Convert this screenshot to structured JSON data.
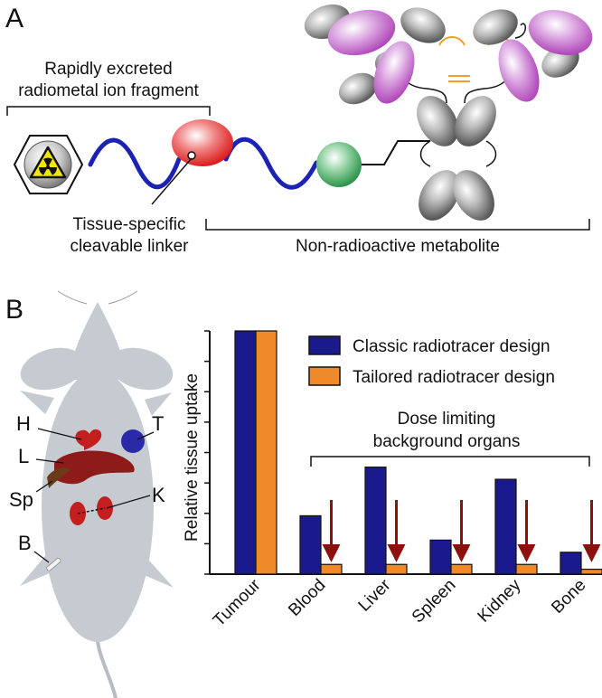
{
  "panel_a": {
    "label": "A",
    "fragment_label_line1": "Rapidly excreted",
    "fragment_label_line2": "radiometal ion fragment",
    "linker_label_line1": "Tissue-specific",
    "linker_label_line2": "cleavable linker",
    "metabolite_label": "Non-radioactive metabolite",
    "colors": {
      "linker_chain": "#1c22b4",
      "cleavable_site": "#e8201c",
      "green_sphere": "#2e9e4f",
      "antibody_domain": "#6a6a6a",
      "antigen_binding": "#b94ec4",
      "disulfide": "#f0a02a"
    }
  },
  "panel_b": {
    "label": "B",
    "organ_labels": {
      "heart": "H",
      "liver": "L",
      "spleen": "Sp",
      "kidney": "K",
      "bone": "B",
      "tumour": "T"
    },
    "annotation_line1": "Dose limiting",
    "annotation_line2": "background organs"
  },
  "chart_data": {
    "type": "bar",
    "ylabel": "Relative tissue uptake",
    "categories": [
      "Tumour",
      "Blood",
      "Liver",
      "Spleen",
      "Kidney",
      "Bone"
    ],
    "series": [
      {
        "name": "Classic radiotracer design",
        "color": "#1b1a8c",
        "values": [
          100,
          24,
          44,
          14,
          39,
          9
        ]
      },
      {
        "name": "Tailored radiotracer design",
        "color": "#f0892a",
        "values": [
          100,
          4,
          4,
          4,
          4,
          2
        ]
      }
    ],
    "ylim": [
      0,
      100
    ],
    "arrow_color": "#8b1111"
  }
}
